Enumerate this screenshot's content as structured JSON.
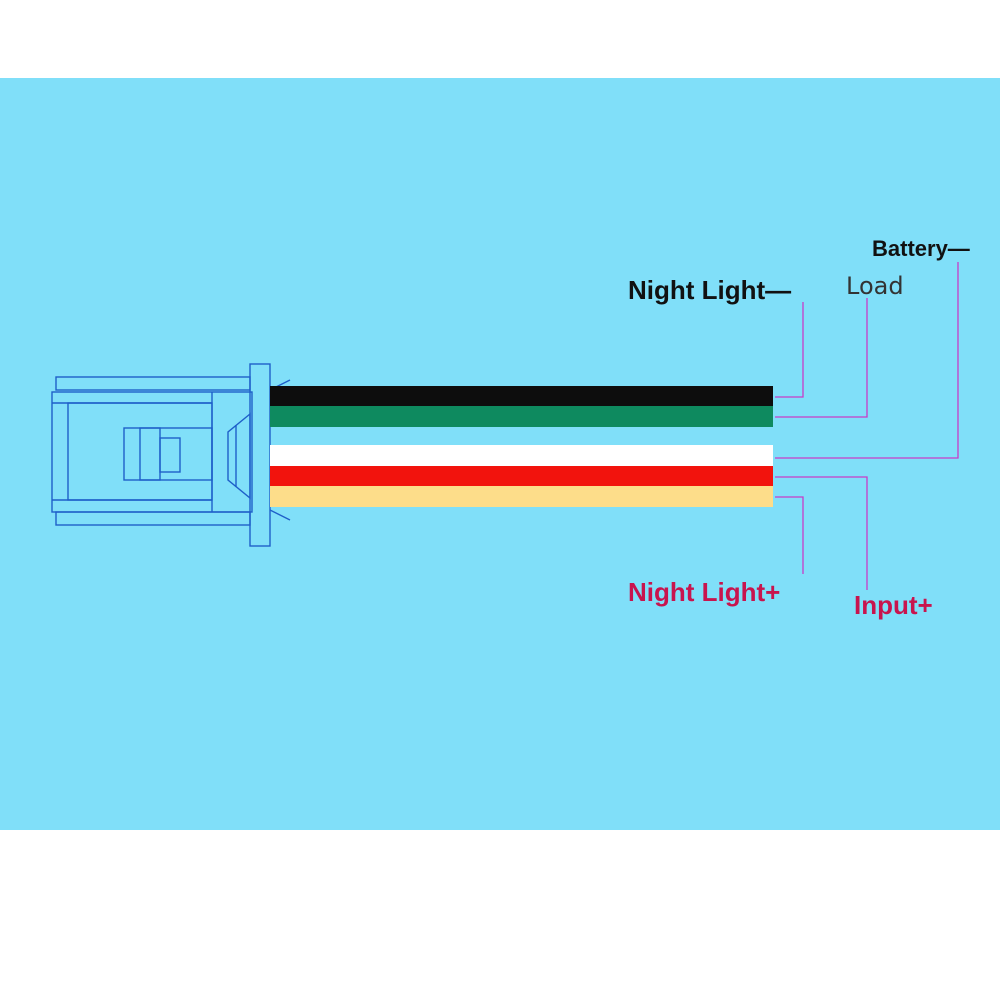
{
  "colors": {
    "background": "#80dff9",
    "connector_stroke": "#1e5fc9",
    "leader_line": "#c83cc8",
    "label_dark": "#111111",
    "label_load": "#333333",
    "label_red": "#c8144e"
  },
  "wires": [
    {
      "name": "black",
      "color": "#0d0d0d"
    },
    {
      "name": "green",
      "color": "#0e8a5f"
    },
    {
      "name": "white",
      "color": "#ffffff"
    },
    {
      "name": "red",
      "color": "#f2130d"
    },
    {
      "name": "yellow",
      "color": "#fddd8a"
    }
  ],
  "labels": {
    "battery_neg": "Battery—",
    "night_light_neg": "Night Light—",
    "load": "Load",
    "night_light_pos": "Night Light+",
    "input_pos": "Input+"
  }
}
